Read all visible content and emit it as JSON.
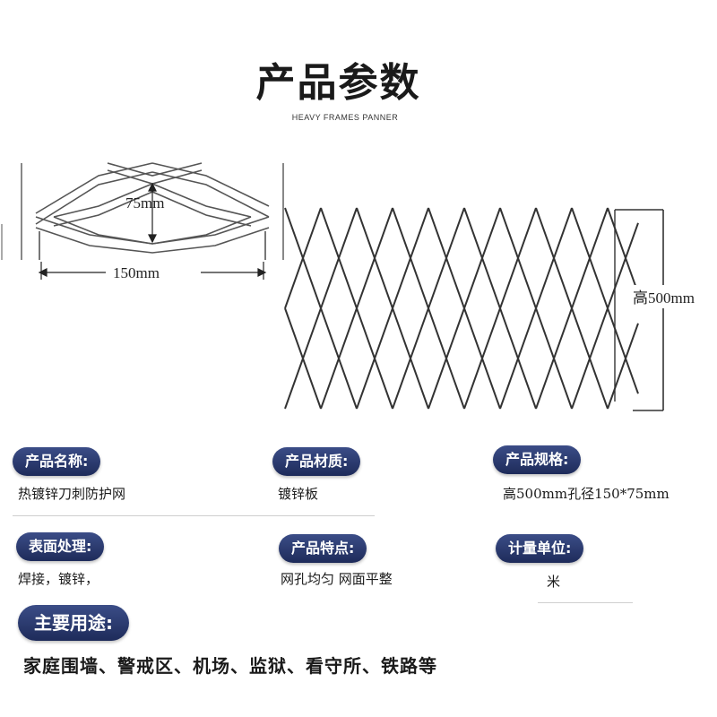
{
  "header": {
    "title": "产品参数",
    "subtitle": "HEAVY FRAMES PANNER"
  },
  "diagram": {
    "detail_height_label": "75mm",
    "detail_width_label": "150mm",
    "panel_height_label": "高500mm"
  },
  "params": [
    {
      "label": "产品名称:",
      "value": "热镀锌刀刺防护网"
    },
    {
      "label": "产品材质:",
      "value": "镀锌板"
    },
    {
      "label": "产品规格:",
      "value": "高500mm孔径150*75mm"
    },
    {
      "label": "表面处理:",
      "value": "焊接，镀锌，"
    },
    {
      "label": "产品特点:",
      "value": "网孔均匀 网面平整"
    },
    {
      "label": "计量单位:",
      "value": "米"
    }
  ],
  "usage": {
    "label": "主要用途:",
    "value": "家庭围墙、警戒区、机场、监狱、看守所、铁路等"
  },
  "colors": {
    "pill_dark": "#1e2b5a",
    "pill_light": "#3b4d87"
  }
}
